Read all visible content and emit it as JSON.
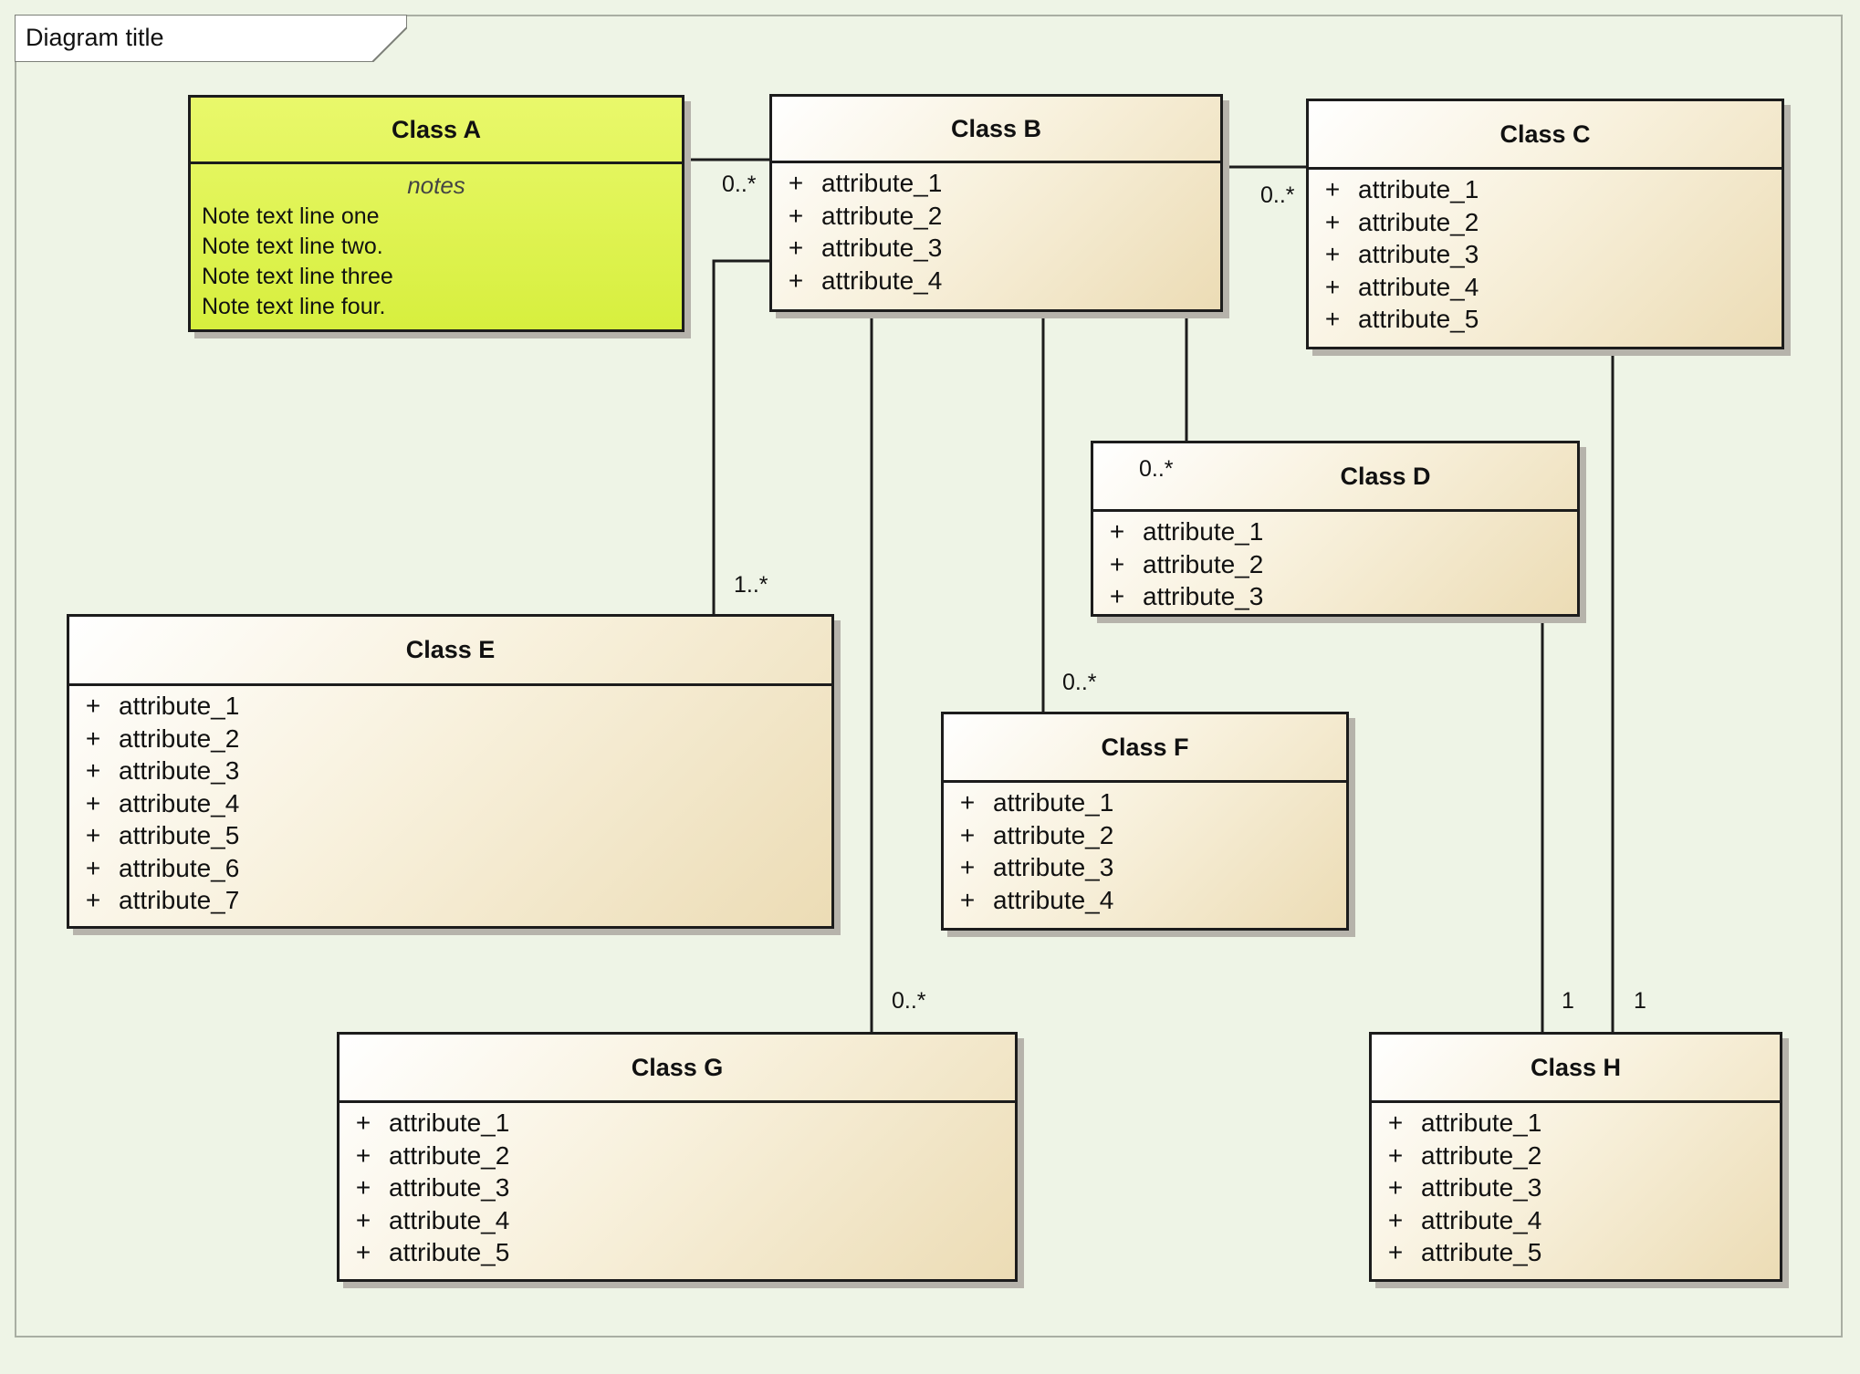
{
  "frame": {
    "title": "Diagram title"
  },
  "note": {
    "title": "Class A",
    "label": "notes",
    "text": "Note text line one\nNote text line two.\nNote text line three\nNote text line four."
  },
  "classes": {
    "belok": {
      "name": "Class B",
      "attrs": [
        "attribute_1",
        "attribute_2",
        "attribute_3",
        "attribute_4"
      ]
    },
    "svoystvo": {
      "name": "Class C",
      "attrs": [
        "attribute_1",
        "attribute_2",
        "attribute_3",
        "attribute_4",
        "attribute_5"
      ]
    },
    "mol_ves": {
      "name": "Class D",
      "attrs": [
        "attribute_1",
        "attribute_2",
        "attribute_3"
      ]
    },
    "subedinica": {
      "name": "Class E",
      "attrs": [
        "attribute_1",
        "attribute_2",
        "attribute_3",
        "attribute_4",
        "attribute_5",
        "attribute_6",
        "attribute_7"
      ]
    },
    "glikoz": {
      "name": "Class F",
      "attrs": [
        "attribute_1",
        "attribute_2",
        "attribute_3",
        "attribute_4"
      ]
    },
    "sprav": {
      "name": "Class G",
      "attrs": [
        "attribute_1",
        "attribute_2",
        "attribute_3",
        "attribute_4",
        "attribute_5"
      ]
    },
    "kolich": {
      "name": "Class H",
      "attrs": [
        "attribute_1",
        "attribute_2",
        "attribute_3",
        "attribute_4",
        "attribute_5"
      ]
    }
  },
  "multiplicities": {
    "modif_belok": "0..*",
    "belok_svoystvo": "0..*",
    "molves": "0..*",
    "subedinica": "1..*",
    "glikoz": "0..*",
    "sprav": "0..*",
    "kolich_1": "1",
    "kolich_2": "1"
  },
  "plus_symbol": "+"
}
